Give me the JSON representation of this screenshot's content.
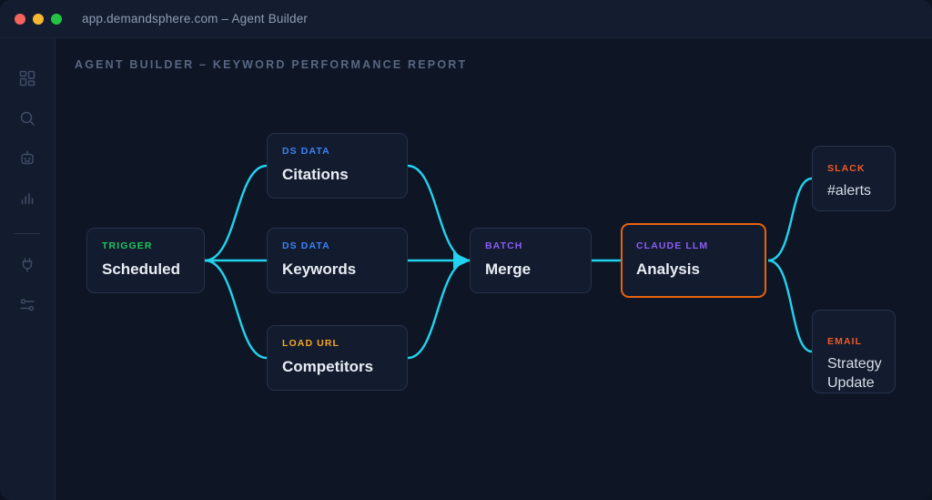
{
  "window": {
    "title": "app.demandsphere.com – Agent Builder",
    "controls": [
      "close-red",
      "minimize-yellow",
      "maximize-green"
    ]
  },
  "sidebar": {
    "items": [
      {
        "name": "dashboard",
        "icon": "grid-icon"
      },
      {
        "name": "search",
        "icon": "search-icon"
      },
      {
        "name": "agents",
        "icon": "robot-icon"
      },
      {
        "name": "analytics",
        "icon": "bar-chart-icon"
      },
      {
        "name": "divider",
        "icon": "divider"
      },
      {
        "name": "integrations",
        "icon": "plug-icon"
      },
      {
        "name": "settings",
        "icon": "sliders-icon"
      }
    ]
  },
  "canvas": {
    "page_title": "AGENT BUILDER – KEYWORD PERFORMANCE REPORT"
  },
  "colors": {
    "accent_edge": "#22d3ee",
    "selected_border": "#e8620e",
    "kicker_trigger": "#22c55e",
    "kicker_ds_data": "#3b82f6",
    "kicker_load_url": "#f5a623",
    "kicker_batch": "#8b5cf6",
    "kicker_claude": "#8b5cf6",
    "kicker_slack": "#f05a28",
    "kicker_email": "#f05a28",
    "node_bg": "#121c2e",
    "node_border": "#27324a",
    "canvas_bg": "#0e1626",
    "sidebar_bg": "#131c2e",
    "titlebar_bg": "#141d30"
  },
  "nodes": [
    {
      "id": "trigger",
      "kicker": "TRIGGER",
      "title": "Scheduled",
      "selected": false,
      "title_weight": "bold"
    },
    {
      "id": "citations",
      "kicker": "DS DATA",
      "title": "Citations",
      "selected": false,
      "title_weight": "bold"
    },
    {
      "id": "keywords",
      "kicker": "DS DATA",
      "title": "Keywords",
      "selected": false,
      "title_weight": "bold"
    },
    {
      "id": "competitors",
      "kicker": "LOAD URL",
      "title": "Competitors",
      "selected": false,
      "title_weight": "bold"
    },
    {
      "id": "merge",
      "kicker": "BATCH",
      "title": "Merge",
      "selected": false,
      "title_weight": "bold"
    },
    {
      "id": "analysis",
      "kicker": "CLAUDE LLM",
      "title": "Analysis",
      "selected": true,
      "title_weight": "bold"
    },
    {
      "id": "slack",
      "kicker": "SLACK",
      "title": "#alerts",
      "selected": false,
      "title_weight": "normal"
    },
    {
      "id": "email",
      "kicker": "EMAIL",
      "title": "Strategy Update",
      "selected": false,
      "title_weight": "normal"
    }
  ],
  "edges": [
    {
      "from": "trigger",
      "to": "citations"
    },
    {
      "from": "trigger",
      "to": "keywords"
    },
    {
      "from": "trigger",
      "to": "competitors"
    },
    {
      "from": "citations",
      "to": "merge"
    },
    {
      "from": "keywords",
      "to": "merge"
    },
    {
      "from": "competitors",
      "to": "merge"
    },
    {
      "from": "merge",
      "to": "analysis"
    },
    {
      "from": "analysis",
      "to": "slack"
    },
    {
      "from": "analysis",
      "to": "email"
    }
  ]
}
